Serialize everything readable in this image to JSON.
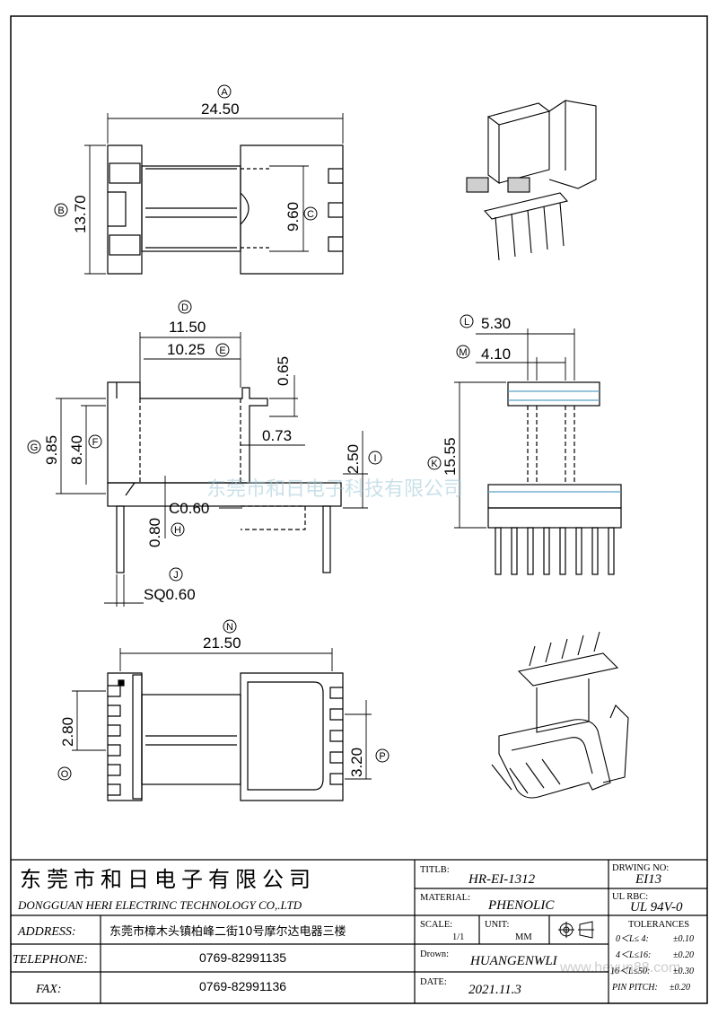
{
  "dims": {
    "A": "24.50",
    "B": "13.70",
    "C": "9.60",
    "D": "11.50",
    "E": "10.25",
    "F": "8.40",
    "G": "9.85",
    "H": "0.80",
    "I": "2.50",
    "J": "SQ0.60",
    "K": "15.55",
    "L": "5.30",
    "M": "4.10",
    "N": "21.50",
    "O": "2.80",
    "P": "3.20",
    "t065": "0.65",
    "t073": "0.73",
    "c060": "C0.60"
  },
  "letters": {
    "A": "A",
    "B": "B",
    "C": "C",
    "D": "D",
    "E": "E",
    "F": "F",
    "G": "G",
    "H": "H",
    "I": "I",
    "J": "J",
    "K": "K",
    "L": "L",
    "M": "M",
    "N": "N",
    "O": "O",
    "P": "P"
  },
  "watermark": {
    "company": "东莞市和日电子科技有限公司",
    "site": "www.heyun88.com"
  },
  "title_block": {
    "company_cn": "东莞市和日电子有限公司",
    "company_en": "DONGGUAN HERI ELECTRINC TECHNOLOGY CO,.LTD",
    "address_label": "ADDRESS:",
    "address_value": "东莞市樟木头镇柏峰二街10号摩尔达电器三楼",
    "telephone_label": "TELEPHONE:",
    "telephone_value": "0769-82991135",
    "fax_label": "FAX:",
    "fax_value": "0769-82991136",
    "title_label": "TITLB:",
    "title_value": "HR-EI-1312",
    "material_label": "MATERIAL:",
    "material_value": "PHENOLIC",
    "scale_label": "SCALE:",
    "scale_value": "1/1",
    "unit_label": "UNIT:",
    "unit_value": "MM",
    "drawn_label": "Drown:",
    "drawn_value": "HUANGENWLI",
    "date_label": "DATE:",
    "date_value": "2021.11.3",
    "drawing_label": "DRWING NO:",
    "drawing_value": "EI13",
    "ul_label": "UL RBC:",
    "ul_value": "UL 94V-0",
    "tolerances_label": "TOLERANCES",
    "tol1_range": "0＜L≤ 4:",
    "tol1_value": "±0.10",
    "tol2_range": "4＜L≤16:",
    "tol2_value": "±0.20",
    "tol3_range": "16＜L≤50:",
    "tol3_value": "±0.30",
    "pin_label": "PIN PITCH:",
    "pin_value": "±0.20"
  }
}
